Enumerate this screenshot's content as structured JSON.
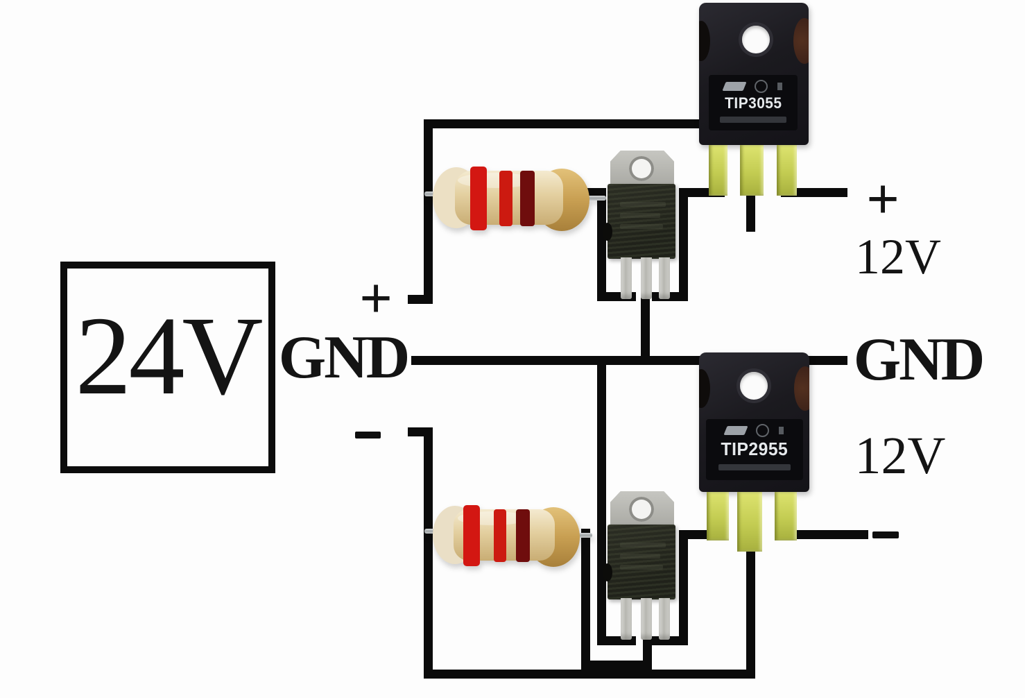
{
  "source": {
    "label": "24V"
  },
  "labels": {
    "input_plus": "+",
    "input_gnd": "GND",
    "input_minus": "-",
    "output_top_plus": "+",
    "output_top_voltage": "12V",
    "output_gnd": "GND",
    "output_bottom_voltage": "12V",
    "output_bottom_minus": "-"
  },
  "components": {
    "transistor_top": {
      "label": "TIP3055"
    },
    "transistor_bottom": {
      "label": "TIP2955"
    },
    "resistor_top": {
      "bands": [
        "red",
        "red",
        "dark-red"
      ]
    },
    "resistor_bottom": {
      "bands": [
        "red",
        "red",
        "dark-red"
      ]
    }
  },
  "colors": {
    "wire": "#0b0b0b",
    "background": "#fdfdfd",
    "transistor_body": "#1d1c21",
    "transistor_leg": "#c3cc52",
    "regulator_tab": "#b7b7b1",
    "regulator_body": "#24261d",
    "resistor_body": "#ecdfc0",
    "band_red": "#d01712",
    "band_dark_red": "#6f0d0d"
  }
}
